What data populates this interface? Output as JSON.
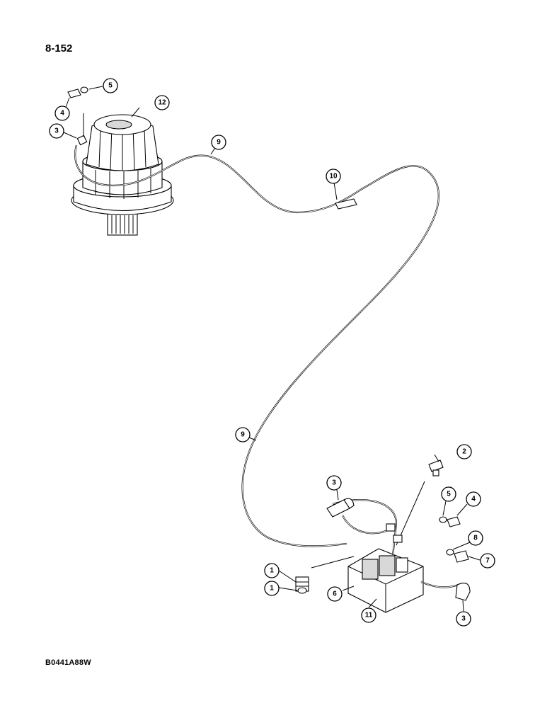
{
  "page_number": "8-152",
  "figure_code": "B0441A88W",
  "callouts": [
    {
      "id": "c12",
      "label": "12"
    },
    {
      "id": "c5a",
      "label": "5"
    },
    {
      "id": "c4a",
      "label": "4"
    },
    {
      "id": "c3a",
      "label": "3"
    },
    {
      "id": "c9a",
      "label": "9"
    },
    {
      "id": "c10",
      "label": "10"
    },
    {
      "id": "c9b",
      "label": "9"
    },
    {
      "id": "c2",
      "label": "2"
    },
    {
      "id": "c3b",
      "label": "3"
    },
    {
      "id": "c5b",
      "label": "5"
    },
    {
      "id": "c4b",
      "label": "4"
    },
    {
      "id": "c8",
      "label": "8"
    },
    {
      "id": "c7",
      "label": "7"
    },
    {
      "id": "c1a",
      "label": "1"
    },
    {
      "id": "c1b",
      "label": "1"
    },
    {
      "id": "c6",
      "label": "6"
    },
    {
      "id": "c11",
      "label": "11"
    },
    {
      "id": "c3c",
      "label": "3"
    }
  ]
}
